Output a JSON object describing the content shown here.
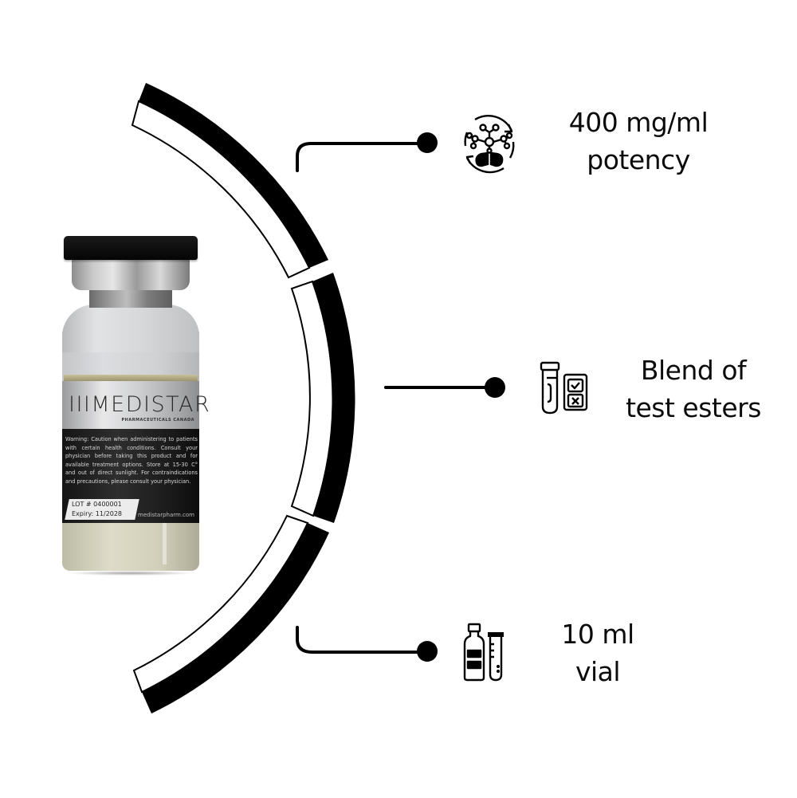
{
  "product": {
    "brand": "IIIMEDISTAR",
    "brand_subtitle": "PHARMACEUTICALS CANADA",
    "warning_text": "Warning: Caution when administering to patients with certain health conditions. Consult your physician before taking this product and for available treatment options. Store at 15-30 C° and out of direct sunlight. For contraindications and precautions, please consult your physician.",
    "lot": "LOT # 0400001",
    "expiry": "Expiry: 11/2028",
    "website": "medistarpharm.com"
  },
  "features": [
    {
      "icon": "molecule-capsule-cycle-icon",
      "line1": "400 mg/ml",
      "line2": "potency"
    },
    {
      "icon": "test-tube-checklist-icon",
      "line1": "Blend of",
      "line2": "test esters"
    },
    {
      "icon": "bottle-test-tube-icon",
      "line1": "10 ml",
      "line2": "vial"
    }
  ],
  "colors": {
    "arc_black": "#000000",
    "arc_white": "#ffffff",
    "text": "#0b0b0b",
    "background": "#ffffff"
  }
}
